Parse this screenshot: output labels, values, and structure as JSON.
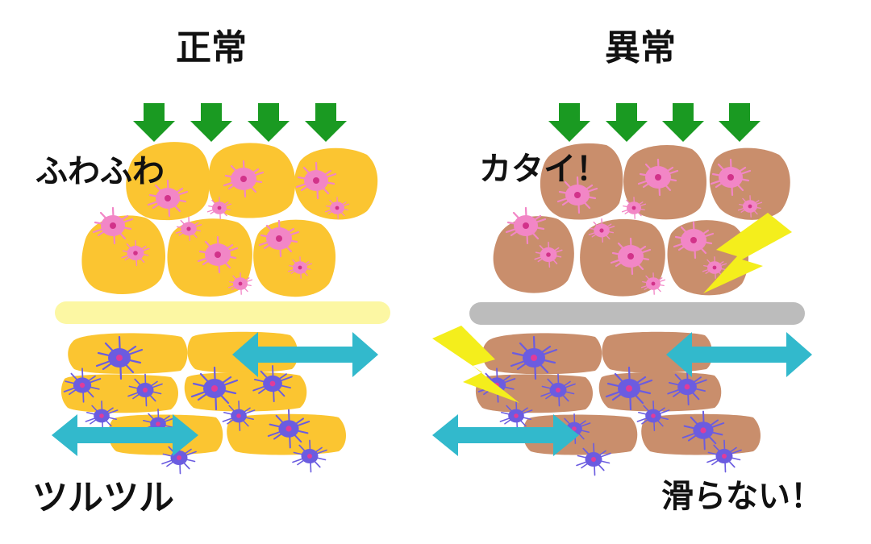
{
  "panels": {
    "left": {
      "title": "正常",
      "top_label": "ふわふわ",
      "bottom_label": "ツルツル"
    },
    "right": {
      "title": "異常",
      "top_label": "カタイ！",
      "bottom_label": "滑らない！"
    }
  },
  "colors": {
    "normal_fill": "#FBC531",
    "abnormal_fill": "#C98E6C",
    "normal_band": "#FCF7A3",
    "abnormal_band": "#BCBCBC",
    "press_arrow": "#1A9A22",
    "glide_arrow": "#32B9CC",
    "lightning": "#F4EE1C",
    "neuron_pink": "#F286C6",
    "neuron_purple": "#6B5CE0"
  },
  "icons": [
    "down-arrow-icon",
    "double-arrow-icon",
    "lightning-icon",
    "neuron-icon"
  ]
}
